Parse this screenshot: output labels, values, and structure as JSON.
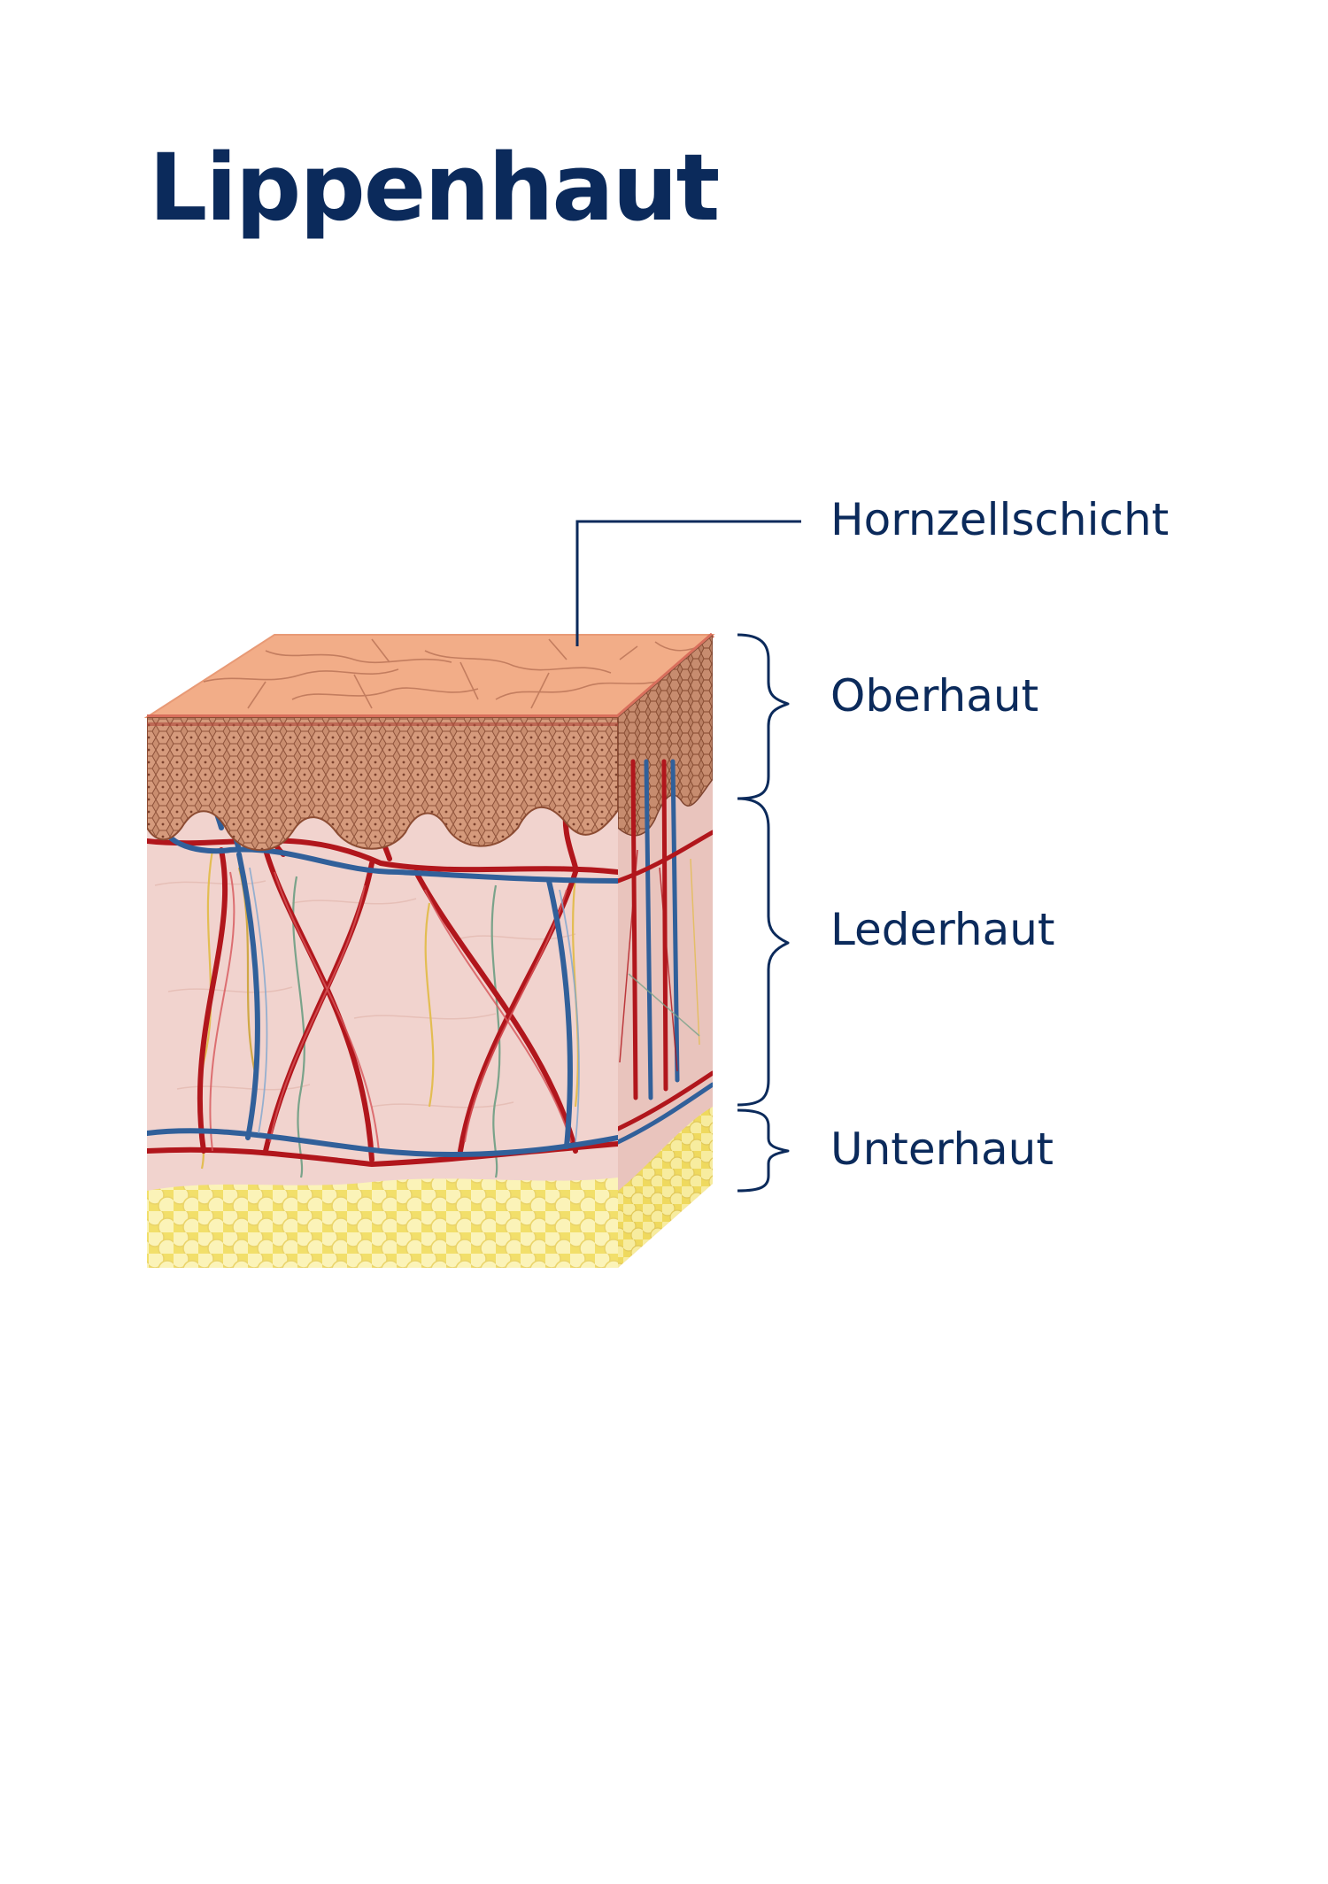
{
  "title": "Lippenhaut",
  "labels": {
    "horny_layer": "Hornzellschicht",
    "epidermis": "Oberhaut",
    "dermis": "Lederhaut",
    "subcutis": "Unterhaut"
  },
  "colors": {
    "text": "#0b2a5b",
    "horny_layer": "#f2ad88",
    "epidermis": "#c9896a",
    "dermis": "#f1d3ce",
    "fat": "#f6e98f",
    "artery": "#b1161c",
    "vein": "#31609a"
  }
}
